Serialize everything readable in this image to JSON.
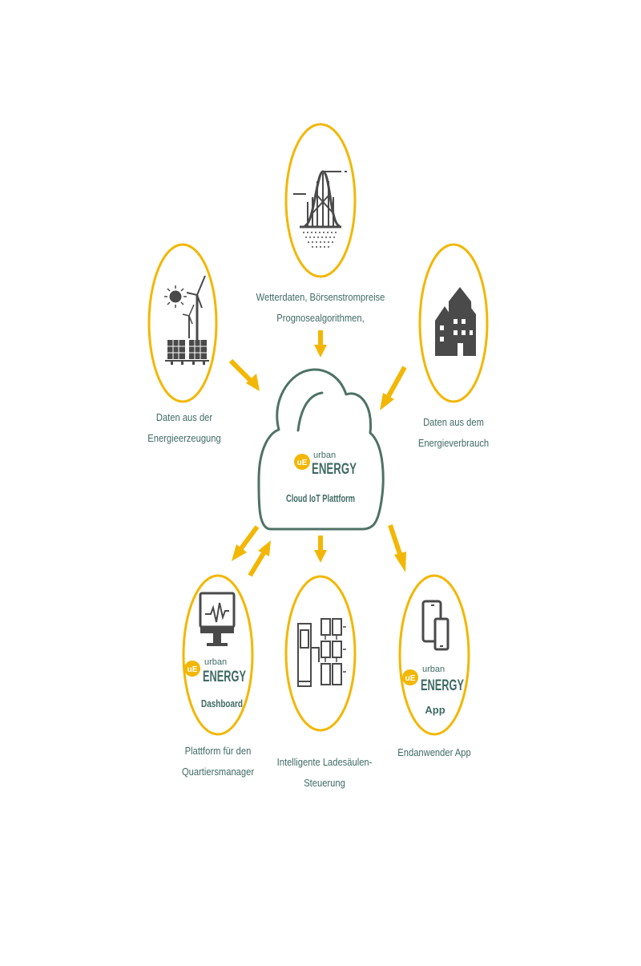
{
  "colors": {
    "accent": "#f2b705",
    "cloud_stroke": "#4e7266",
    "brand_text": "#3f6b63",
    "icon_dark": "#4a4a4a"
  },
  "brand": {
    "prefix": "urban",
    "name": "ENERGY",
    "mark": "uE"
  },
  "cloud": {
    "label": "Cloud IoT Plattform"
  },
  "nodes": {
    "weather": {
      "icon": "forecast-curve-icon",
      "caption_lines": [
        "Wetterdaten, Börsenstrompreise",
        "Prognosealgorithmen,"
      ]
    },
    "generation": {
      "icon": "solar-wind-icon",
      "caption_lines": [
        "Daten aus der",
        "Energieerzeugung"
      ]
    },
    "consumption": {
      "icon": "houses-icon",
      "caption_lines": [
        "Daten aus dem",
        "Energieverbrauch"
      ]
    },
    "dashboard": {
      "icon": "monitor-icon",
      "product_label": "Dashboard",
      "caption_lines": [
        "Plattform für den",
        "Quartiersmanager"
      ]
    },
    "charging": {
      "icon": "charging-station-icon",
      "caption_lines": [
        "Intelligente Ladesäulen-",
        "Steuerung"
      ]
    },
    "app": {
      "icon": "smartphone-tablet-icon",
      "product_label": "App",
      "caption_lines": [
        "Endanwender App"
      ]
    }
  }
}
